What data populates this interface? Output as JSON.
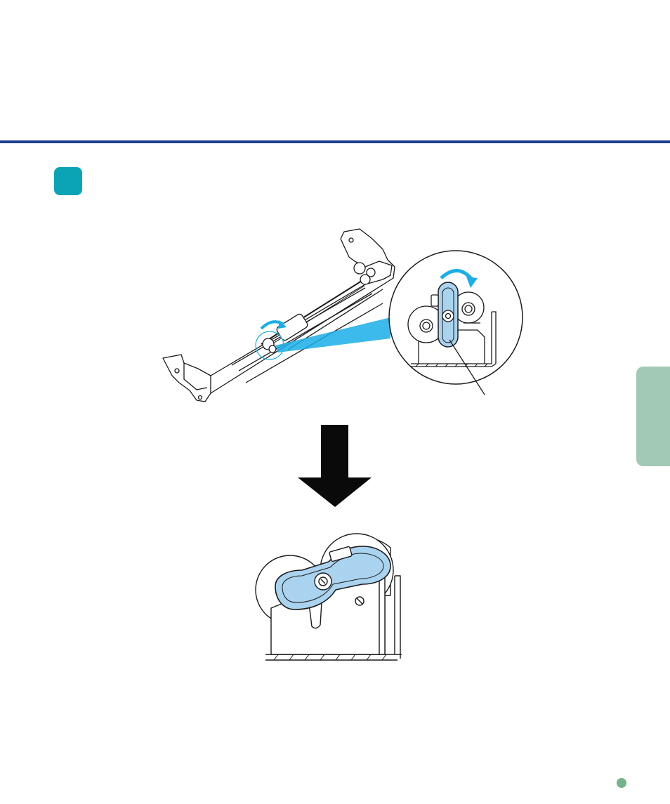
{
  "colors": {
    "header_rule": "#1e3c8c",
    "step_badge": "#0aa4b4",
    "side_tab": "#a2c9b5",
    "page_dot": "#72b388",
    "highlight_fill": "#a9d3ee",
    "arrow_cyan": "#1aaee8",
    "line_art": "#1a1a1a"
  },
  "icons": {
    "step_marker": "step-number-badge",
    "flow_arrow": "down-arrow",
    "rotation": "rotate-clockwise-arrow"
  }
}
